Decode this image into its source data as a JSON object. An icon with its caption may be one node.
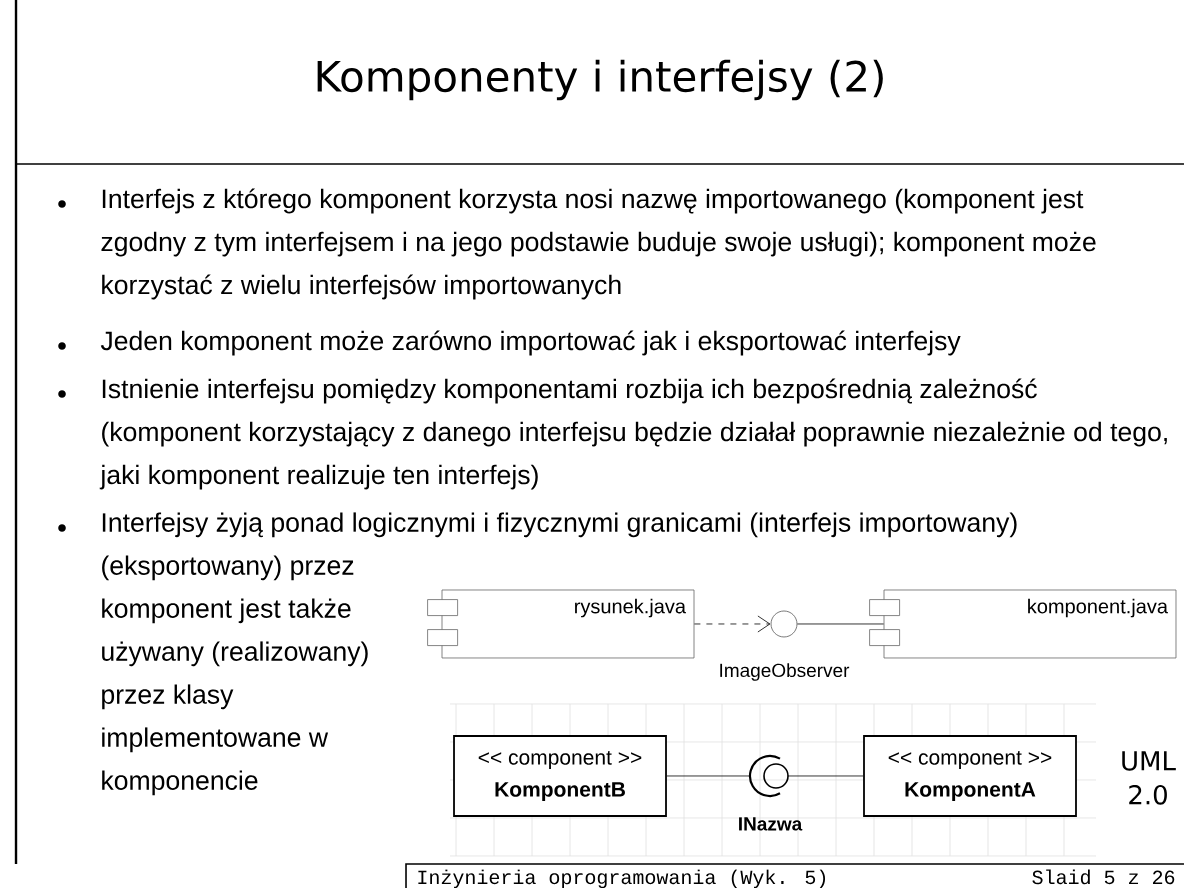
{
  "diagram": {
    "title": "Komponenty i interfejsy (2)",
    "nodes": [
      {
        "text": [
          "rysunek.java"
        ]
      },
      {
        "text": [],
        "shape": "circle",
        "beside": [
          "ImageObserver"
        ]
      },
      {
        "text": [
          "komponent.java"
        ]
      },
      {
        "text": [
          "<< component >>",
          "KomponentB"
        ]
      },
      {
        "text": [],
        "shape": "circle",
        "beside": [
          "INazwa"
        ]
      },
      {
        "text": [
          "<< component >>",
          "KomponentA"
        ]
      }
    ],
    "edges": [
      {
        "from": 0,
        "to": 1,
        "arrow": "to",
        "style": "dashed"
      },
      {
        "from": 1,
        "to": 2,
        "arrow": "none"
      },
      {
        "from": 3,
        "to": 4,
        "arrow": "none"
      },
      {
        "from": 4,
        "to": 5,
        "arrow": "none"
      }
    ],
    "labels": [
      "Interfejs z którego komponent korzysta nosi nazwę importowanego (komponent jest zgodny z tym interfejsem i na jego podstawie buduje swoje usługi); komponent może korzystać z wielu interfejsów importowanych",
      "Jeden komponent może zarówno importować jak i eksportować interfejsy",
      "Istnienie interfejsu pomiędzy komponentami rozbija ich bezpośrednią zależność (komponent korzystający z danego interfejsu będzie działał poprawnie niezależnie od tego, jaki komponent realizuje ten interfejs)",
      "Interfejsy żyją ponad logicznymi i fizycznymi granicami (interfejs importowany) (eksportowany) przez komponent jest także używany (realizowany) przez klasy implementowane w komponencie",
      "UML 2.0",
      "Inżynieria oprogramowania (Wyk. 5)",
      "Slaid 5 z 26"
    ]
  }
}
